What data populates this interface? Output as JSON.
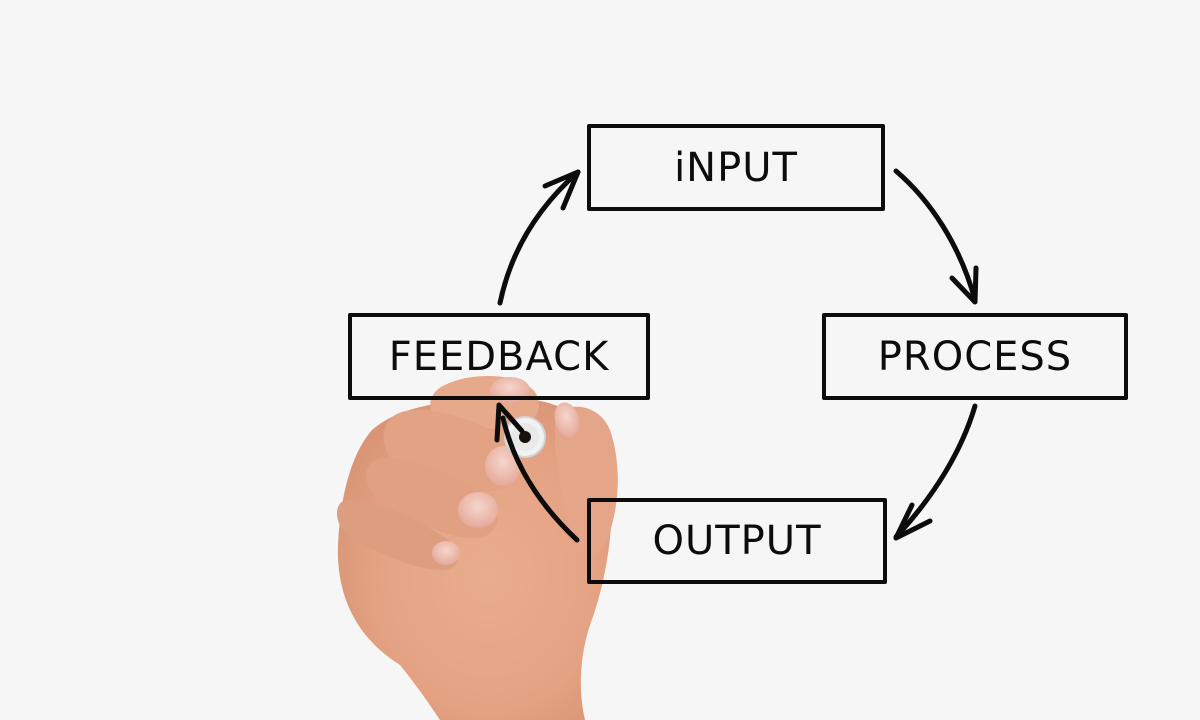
{
  "scene": {
    "background_color": "#f6f6f6",
    "ink_color": "#0c0c0c",
    "skin_color": "#e6a98a",
    "description": "hand holding marker drawing a cycle diagram"
  },
  "diagram": {
    "type": "cycle",
    "nodes": [
      {
        "id": "input",
        "label": "iNPUT"
      },
      {
        "id": "process",
        "label": "PROCESS"
      },
      {
        "id": "output",
        "label": "OUTPUT"
      },
      {
        "id": "feedback",
        "label": "FEEDBACK"
      }
    ],
    "edges": [
      {
        "from": "input",
        "to": "process"
      },
      {
        "from": "process",
        "to": "output"
      },
      {
        "from": "output",
        "to": "feedback"
      },
      {
        "from": "feedback",
        "to": "input"
      }
    ]
  }
}
